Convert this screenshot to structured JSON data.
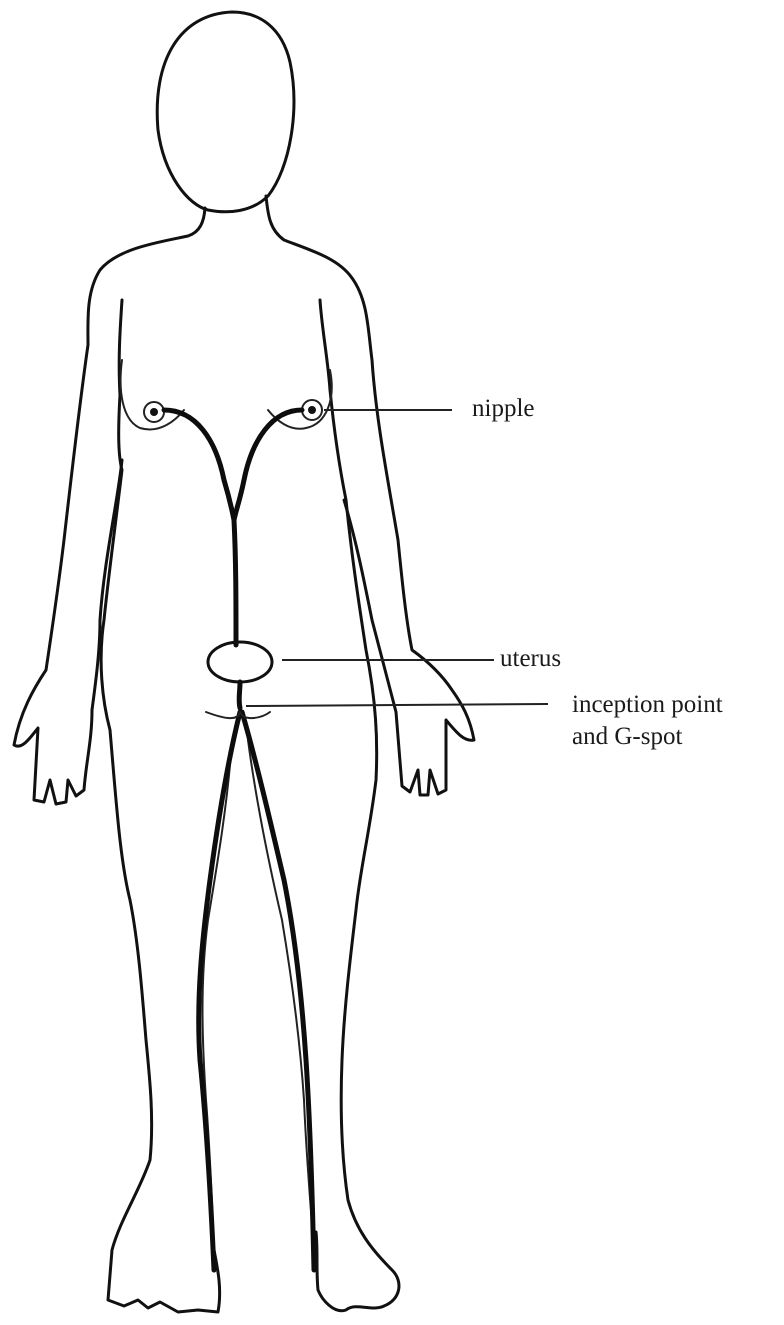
{
  "labels": {
    "nipple": "nipple",
    "uterus": "uterus",
    "inception_line1": "inception point",
    "inception_line2": "and G-spot"
  },
  "colors": {
    "line": "#111111",
    "background": "#ffffff"
  }
}
